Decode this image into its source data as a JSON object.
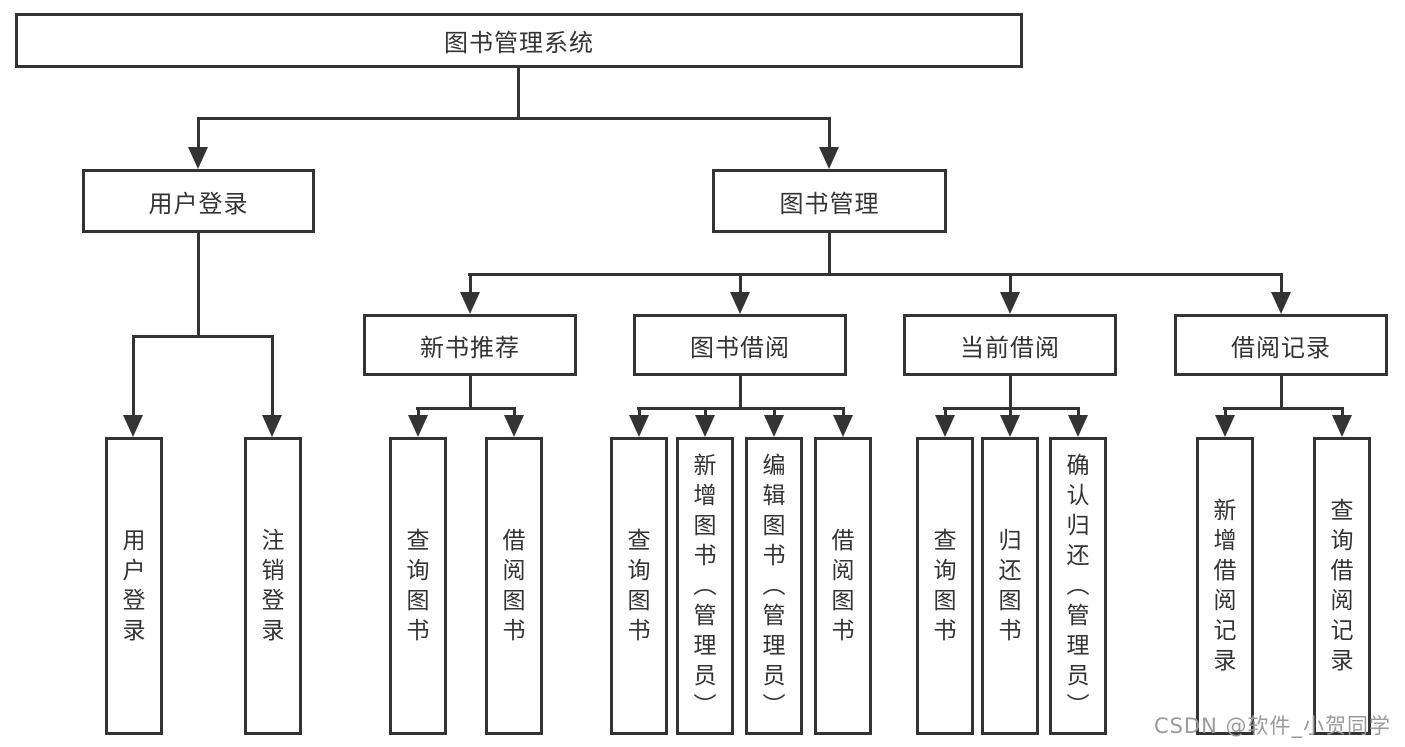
{
  "tree": {
    "label": "图书管理系统",
    "children": [
      {
        "label": "用户登录",
        "children": [
          {
            "label": "用户登录"
          },
          {
            "label": "注销登录"
          }
        ]
      },
      {
        "label": "图书管理",
        "children": [
          {
            "label": "新书推荐",
            "children": [
              {
                "label": "查询图书"
              },
              {
                "label": "借阅图书"
              }
            ]
          },
          {
            "label": "图书借阅",
            "children": [
              {
                "label": "查询图书"
              },
              {
                "label": "新增图书（管理员）"
              },
              {
                "label": "编辑图书（管理员）"
              },
              {
                "label": "借阅图书"
              }
            ]
          },
          {
            "label": "当前借阅",
            "children": [
              {
                "label": "查询图书"
              },
              {
                "label": "归还图书"
              },
              {
                "label": "确认归还（管理员）"
              }
            ]
          },
          {
            "label": "借阅记录",
            "children": [
              {
                "label": "新增借阅记录"
              },
              {
                "label": "查询借阅记录"
              }
            ]
          }
        ]
      }
    ]
  },
  "watermark": {
    "text": "CSDN @软件_小贺同学"
  },
  "colors": {
    "line": "#333333",
    "text": "#333333",
    "watermark": "#9b9b9b",
    "background": "#ffffff"
  }
}
